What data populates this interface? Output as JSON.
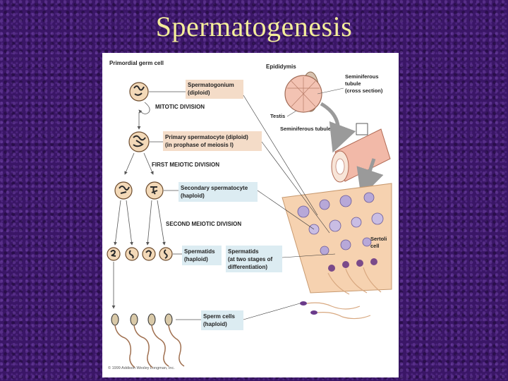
{
  "slide": {
    "title": "Spermatogenesis"
  },
  "figure": {
    "labels": {
      "primordial": "Primordial germ cell",
      "spermatogonium_1": "Spermatogonium",
      "spermatogonium_2": "(diploid)",
      "mitotic": "MITOTIC DIVISION",
      "primary_1": "Primary spermatocyte (diploid)",
      "primary_2": "(in prophase of meiosis I)",
      "first_meiotic": "FIRST MEIOTIC DIVISION",
      "secondary_1": "Secondary spermatocyte",
      "secondary_2": "(haploid)",
      "second_meiotic": "SECOND MEIOTIC DIVISION",
      "spermatids_a_1": "Spermatids",
      "spermatids_a_2": "(haploid)",
      "spermatids_b_1": "Spermatids",
      "spermatids_b_2": "(at two stages of",
      "spermatids_b_3": "differentiation)",
      "sperm_1": "Sperm cells",
      "sperm_2": "(haploid)",
      "epididymis": "Epididymis",
      "seminiferous_1": "Seminiferous",
      "seminiferous_2": "tubule",
      "seminiferous_3": "(cross section)",
      "testis": "Testis",
      "seminiferous_tubule": "Seminiferous tubule",
      "sertoli_1": "Sertoli",
      "sertoli_2": "cell",
      "copyright": "© 1999 Addison Wesley Longman, Inc."
    },
    "colors": {
      "label_box": "#f4dcc8",
      "label_box_blue": "#dcecf2",
      "cell_fill": "#f3d9b8",
      "tubule_fill": "#f2b9a8",
      "tissue_fill": "#f6d2b0",
      "nucleus": "#b7a8d8"
    }
  }
}
